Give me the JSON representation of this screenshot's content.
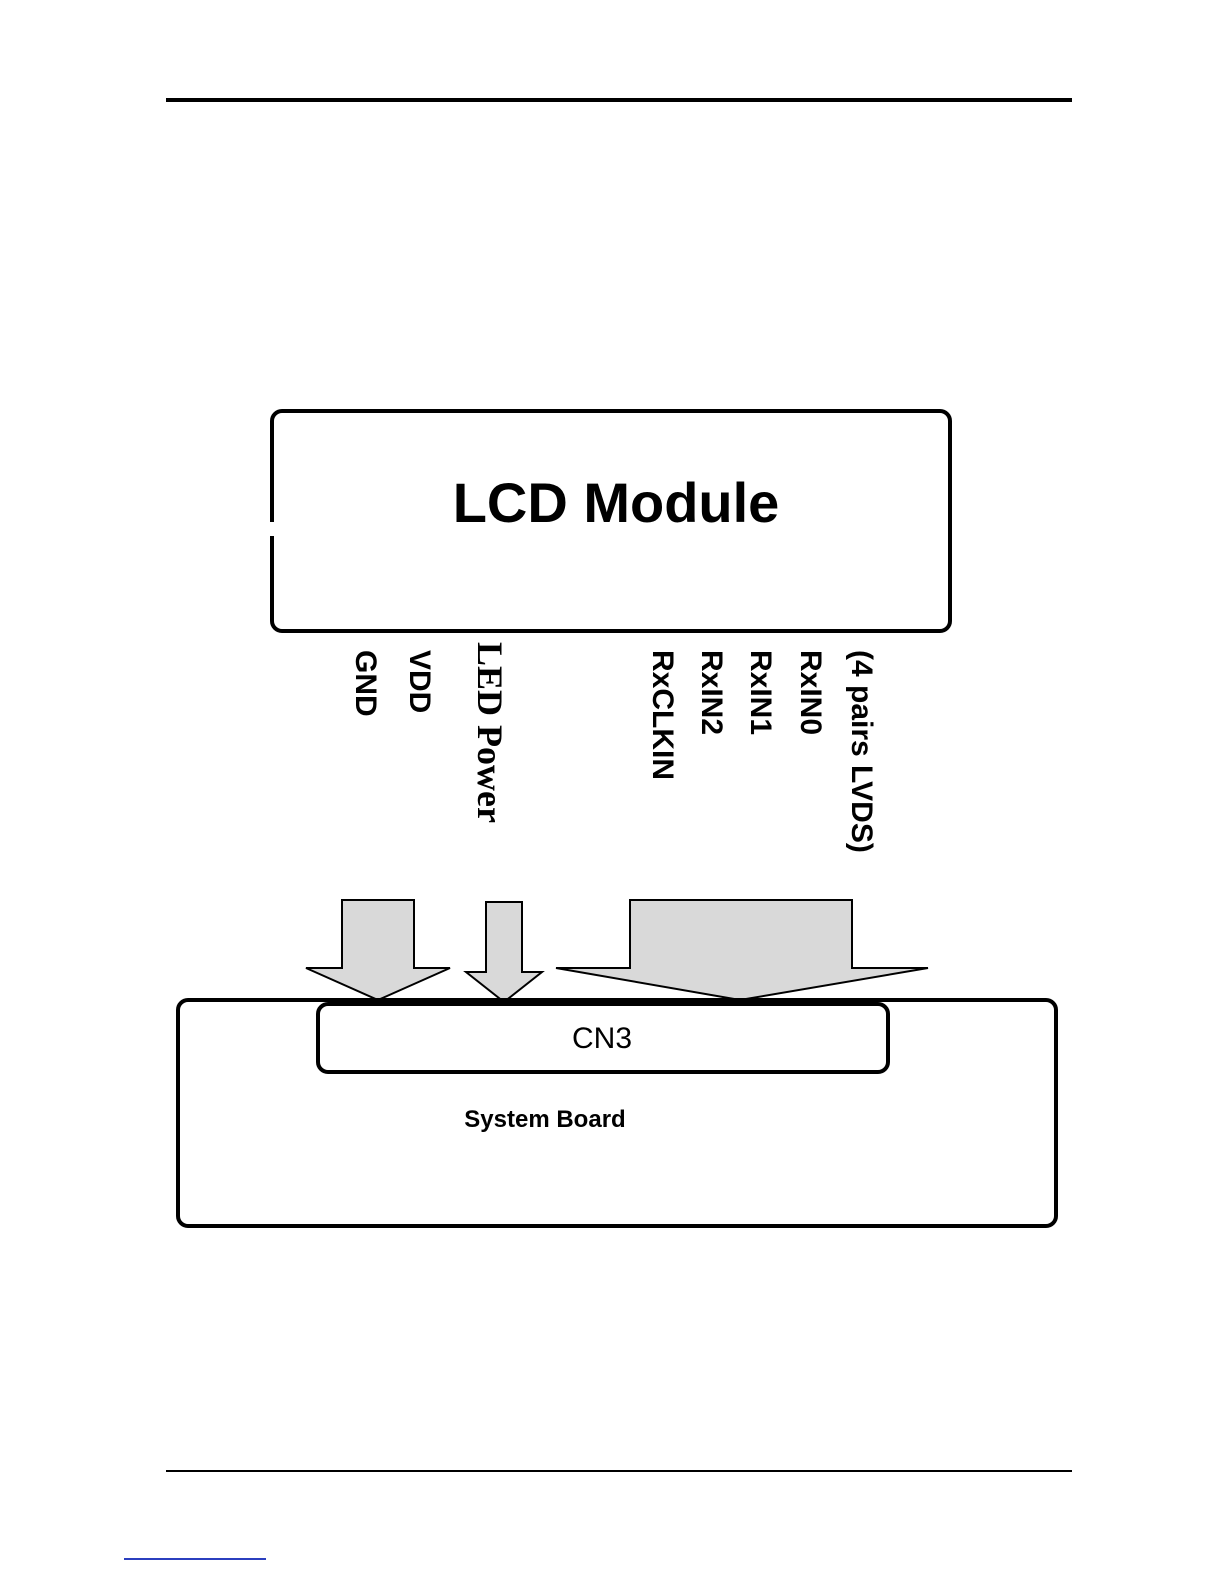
{
  "diagram": {
    "lcd_module": {
      "label": "LCD Module"
    },
    "signals": {
      "gnd": "GND",
      "vdd": "VDD",
      "led_power": "LED Power",
      "rxclkin": "RxCLKIN",
      "rxin2": "RxIN2",
      "rxin1": "RxIN1",
      "rxin0": "RxIN0",
      "lvds_note": "(4 pairs LVDS)"
    },
    "connector": {
      "label": "CN3"
    },
    "system_board": {
      "label": "System Board"
    },
    "colors": {
      "arrow_fill": "#d9d9d9",
      "outline": "#000000"
    }
  }
}
